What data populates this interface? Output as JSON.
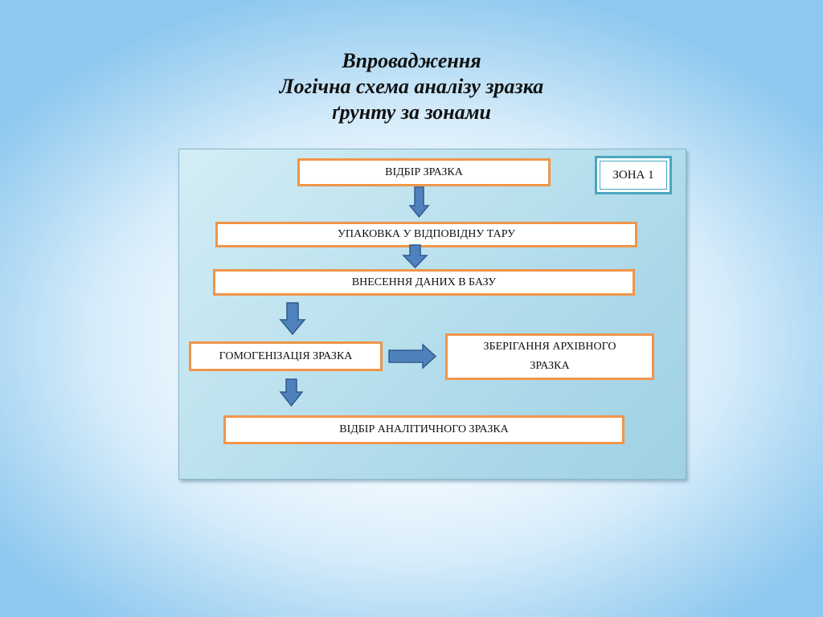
{
  "title": {
    "line1": "Впровадження",
    "line2": "Логічна схема аналізу зразка",
    "line3": "ґрунту за зонами"
  },
  "zone_label": "ЗОНА 1",
  "steps": {
    "sampling": "ВІДБІР ЗРАЗКА",
    "packing": "УПАКОВКА У ВІДПОВІДНУ ТАРУ",
    "database": "ВНЕСЕННЯ ДАНИХ В БАЗУ",
    "homogenization": "ГОМОГЕНІЗАЦІЯ ЗРАЗКА",
    "archive_line1": "ЗБЕРІГАННЯ АРХІВНОГО",
    "archive_line2": "ЗРАЗКА",
    "analytical": "ВІДБІР АНАЛІТИЧНОГО ЗРАЗКА"
  },
  "colors": {
    "box_border": "#f0954a",
    "arrow_fill": "#4f81bd",
    "arrow_stroke": "#2f5b8f",
    "zone_border": "#4aa6bf"
  }
}
